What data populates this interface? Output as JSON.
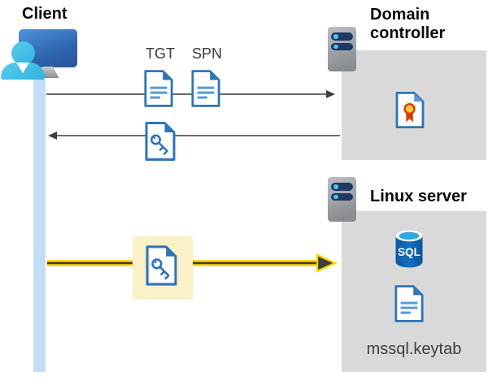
{
  "labels": {
    "client": "Client",
    "tgt": "TGT",
    "spn": "SPN",
    "domain_controller": "Domain controller",
    "linux_server": "Linux server",
    "sql_badge": "SQL",
    "keytab_file": "mssql.keytab"
  },
  "icons": {
    "client": "user-workstation-icon",
    "domain_controller": "server-icon",
    "linux_server": "server-icon",
    "tgt": "document-icon",
    "spn": "document-icon",
    "service_ticket": "key-document-icon",
    "keytab_key": "key-document-icon",
    "certificate": "certificate-document-icon",
    "sql_database": "sql-database-cylinder-icon",
    "keytab_document": "document-icon"
  },
  "arrows": [
    {
      "from": "client",
      "to": "domain-controller",
      "direction": "right",
      "style": "thin-gray",
      "items": [
        "TGT",
        "SPN"
      ]
    },
    {
      "from": "domain-controller",
      "to": "client",
      "direction": "left",
      "style": "thin-gray",
      "items": [
        "service-ticket"
      ]
    },
    {
      "from": "client",
      "to": "linux-server",
      "direction": "right",
      "style": "thick-yellow-highlight",
      "items": [
        "keytab-key"
      ]
    }
  ],
  "colors": {
    "doc_border_blue": "#2E75B6",
    "doc_line_blue": "#5B9BD5",
    "panel_gray": "#D9D9D9",
    "server_pill_navy": "#1F3864",
    "server_dot_blue": "#4EC3EC",
    "client_cyan": "#3EC0E8",
    "monitor_blue": "#2E66B0",
    "timeline_light_blue": "#C3DCF8",
    "arrow_gray": "#55565A",
    "highlight_yellow": "#FAF1C9",
    "arrow_yellow": "#FFD400",
    "cert_seal_yellow": "#FFC83D",
    "cert_seal_red": "#D83B01",
    "sql_cylinder_blue": "#1065B2",
    "sql_top_cyan": "#32A9DC"
  }
}
